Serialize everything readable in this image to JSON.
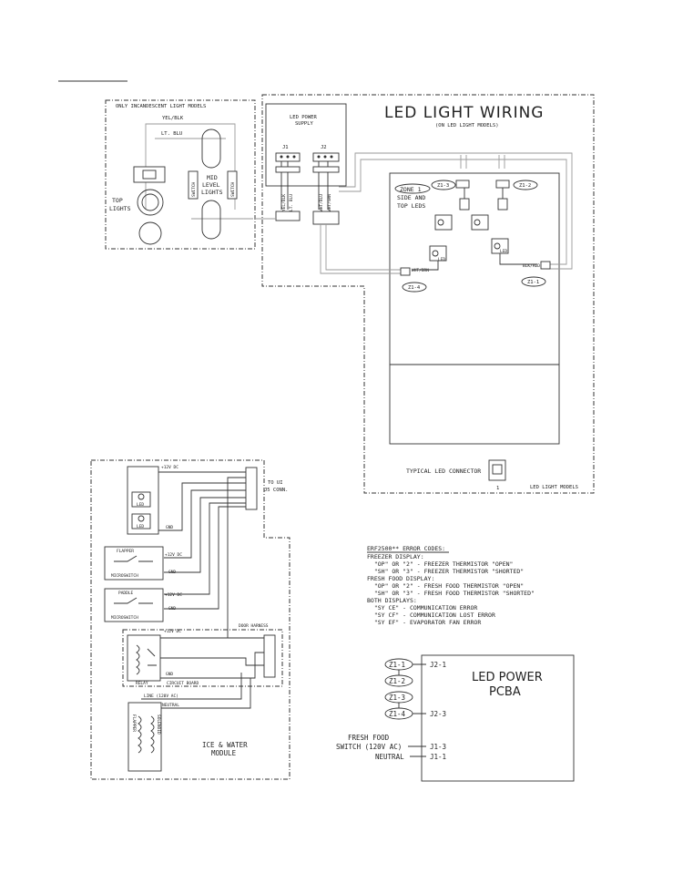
{
  "incandescent": {
    "title": "ONLY INCANDESCENT LIGHT MODELS",
    "wire_top": "YEL/BLK",
    "wire_blue": "LT. BLU",
    "top_lights": [
      "TOP",
      "LIGHTS"
    ],
    "mid_lights": [
      "MID",
      "LEVEL",
      "LIGHTS"
    ],
    "switch_left": "SWITCH",
    "switch_right": "SWITCH"
  },
  "led": {
    "title": "LED LIGHT WIRING",
    "subtitle": "(ON LED LIGHT MODELS)",
    "power_supply": [
      "LED POWER",
      "SUPPLY"
    ],
    "j1": "J1",
    "j2": "J2",
    "wire_1": "YEL/BLK",
    "wire_2": "LT. BLU",
    "wire_3": "WHT/BLU",
    "wire_4": "WHT/GRN",
    "zone": "ZONE 1",
    "zone_desc": [
      "SIDE AND",
      "TOP LEDS"
    ],
    "z13": "Z1-3",
    "z12": "Z1-2",
    "z14": "Z1-4",
    "z11": "Z1-1",
    "conn_a": "WHT/BRN",
    "conn_b": "BLK/RED",
    "led_label": "LED",
    "typical_connector": "TYPICAL LED CONNECTOR",
    "pin_one": "1",
    "footer": "LED LIGHT MODELS"
  },
  "harness": {
    "v12": "+12V DC",
    "gnd": "GND",
    "to_ui": [
      "TO UI",
      "J5 CONN."
    ],
    "led_label": "LED",
    "flapper": "FLAPPER",
    "microswitch": "MICROSWITCH",
    "paddle": "PADDLE",
    "door_harness": "DOOR HARNESS",
    "relay": "RELAY",
    "circuit_board": "CIRCUIT BOARD",
    "line": "LINE (120V AC)",
    "neutral": "NEUTRAL",
    "module": [
      "ICE & WATER",
      "MODULE"
    ],
    "flapper_vertical": "FLAPPER",
    "solenoid_vertical": "SOLENOID"
  },
  "errors": {
    "title": "ERF2500** ERROR CODES:",
    "lines": [
      "FREEZER DISPLAY:",
      "  \"OP\" OR \"2\" - FREEZER THERMISTOR \"OPEN\"",
      "  \"SH\" OR \"3\" - FREEZER THERMISTOR \"SHORTED\"",
      "FRESH FOOD DISPLAY:",
      "  \"OP\" OR \"2\" - FRESH FOOD THERMISTOR \"OPEN\"",
      "  \"SH\" OR \"3\" - FRESH FOOD THERMISTOR \"SHORTED\"",
      "BOTH DISPLAYS:",
      "  \"SY CE\" - COMMUNICATION ERROR",
      "  \"SY CF\" - COMMUNICATION LOST ERROR",
      "  \"SY EF\" - EVAPORATOR FAN ERROR"
    ]
  },
  "pcba": {
    "title": [
      "LED POWER",
      "PCBA"
    ],
    "z11": "Z1-1",
    "z12": "Z1-2",
    "z13": "Z1-3",
    "z14": "Z1-4",
    "j21": "J2-1",
    "j23": "J2-3",
    "j13": "J1-3",
    "j11": "J1-1",
    "fresh_food": [
      "FRESH FOOD",
      "SWITCH (120V AC)"
    ],
    "neutral": "NEUTRAL"
  }
}
